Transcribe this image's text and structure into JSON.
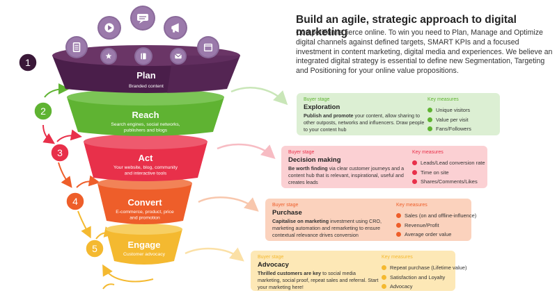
{
  "header": {
    "title": "Build an agile, strategic approach to digital marketing",
    "intro": "Competition is fierce online. To win you need to Plan, Manage and Optimize digital channels against defined targets, SMART KPIs and a focused investment in content marketing, digital media and experiences. We believe an integrated digital strategy is essential to define new Segmentation, Targeting and Positioning for your online value propositions."
  },
  "icons": [
    "document-icon",
    "play-icon",
    "chat-icon",
    "megaphone-icon",
    "calendar-icon",
    "star-icon",
    "book-icon",
    "email-icon"
  ],
  "funnel": [
    {
      "number": "1",
      "title": "Plan",
      "subtitle": "Branded content",
      "color": "#4a1e4a"
    },
    {
      "number": "2",
      "title": "Reach",
      "subtitle": "Search engines, social networks, publishers and blogs",
      "color": "#5fb332"
    },
    {
      "number": "3",
      "title": "Act",
      "subtitle": "Your website, blog, community and interactive tools",
      "color": "#e8304a"
    },
    {
      "number": "4",
      "title": "Convert",
      "subtitle": "E-commerce, product, price and promotion",
      "color": "#ee5e2a"
    },
    {
      "number": "5",
      "title": "Engage",
      "subtitle": "Customer advocacy",
      "color": "#f4b930"
    }
  ],
  "cards": [
    {
      "buyer_stage_label": "Buyer stage",
      "stage": "Exploration",
      "desc_bold": "Publish and promote",
      "desc_rest": " your content, allow sharing to other outposts, networks and influencers. Draw people to your content hub",
      "key_measures_label": "Key measures",
      "measures": [
        "Unique visitors",
        "Value per visit",
        "Fans/Followers"
      ],
      "bg": "#dcefd3",
      "accent": "#5fb332"
    },
    {
      "buyer_stage_label": "Buyer stage",
      "stage": "Decision making",
      "desc_bold": "Be worth finding",
      "desc_rest": " via clear customer journeys and a content hub that is relevant, inspirational, useful and creates leads",
      "key_measures_label": "Key measures",
      "measures": [
        "Leads/Lead conversion rate",
        "Time on site",
        "Shares/Comments/Likes"
      ],
      "bg": "#fbd0d3",
      "accent": "#e8304a"
    },
    {
      "buyer_stage_label": "Buyer stage",
      "stage": "Purchase",
      "desc_bold": "Capitalise on marketing",
      "desc_rest": " investment using CRO, marketing automation and remarketing to ensure contextual relevance drives conversion",
      "key_measures_label": "Key measures",
      "measures": [
        "Sales (on and offline-influence)",
        "Revenue/Profit",
        "Average order value"
      ],
      "bg": "#fbd2bd",
      "accent": "#ee5e2a"
    },
    {
      "buyer_stage_label": "Buyer stage",
      "stage": "Advocacy",
      "desc_bold": "Thrilled customers are key",
      "desc_rest": " to social media marketing, social proof, repeat sales and referral. Start your marketing here!",
      "key_measures_label": "Key measures",
      "measures": [
        "Repeat purchase (Lifetime value)",
        "Satisfaction and Loyalty",
        "Advocacy"
      ],
      "bg": "#fde8b6",
      "accent": "#f4b930"
    }
  ]
}
